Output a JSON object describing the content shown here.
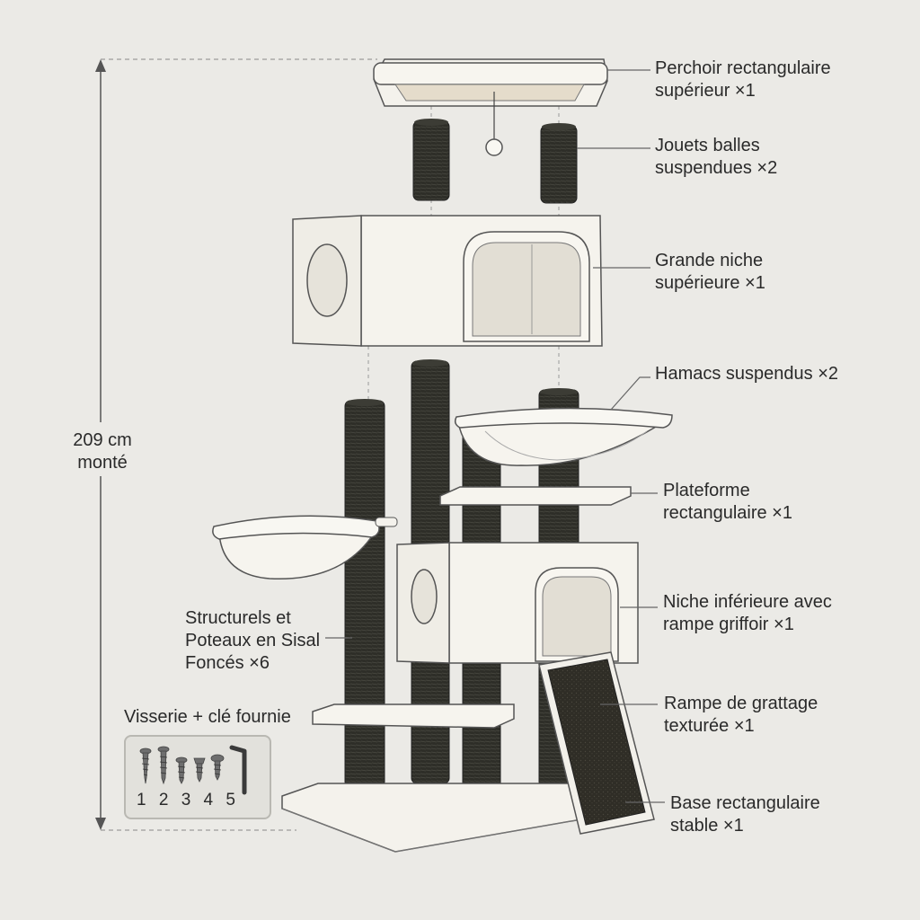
{
  "height_annotation": {
    "line1": "209 cm",
    "line2": "monté"
  },
  "labels": {
    "top_perch": {
      "line1": "Perchoir rectangulaire",
      "line2": "supérieur ×1"
    },
    "ball_toys": {
      "line1": "Jouets balles",
      "line2": "suspendues ×2"
    },
    "upper_condo": {
      "line1": "Grande niche",
      "line2": "supérieure ×1"
    },
    "hammocks": {
      "line1": "Hamacs suspendus ×2"
    },
    "platform": {
      "line1": "Plateforme",
      "line2": "rectangulaire ×1"
    },
    "lower_condo": {
      "line1": "Niche inférieure avec",
      "line2": "rampe griffoir ×1"
    },
    "ramp": {
      "line1": "Rampe de grattage",
      "line2": "texturée ×1"
    },
    "base": {
      "line1": "Base rectangulaire",
      "line2": "stable ×1"
    },
    "posts": {
      "line1": "Structurels et",
      "line2": "Poteaux en Sisal",
      "line3": "Foncés ×6"
    },
    "hardware": {
      "title": "Visserie + clé fournie",
      "numbers": [
        "1",
        "2",
        "3",
        "4",
        "5"
      ]
    }
  },
  "colors": {
    "background": "#ebeae6",
    "panel": "#f4f2ec",
    "sisal": "#2e2e28",
    "line": "#5a5a5a",
    "text": "#2a2a2a"
  },
  "icons": [
    "screw-icon",
    "bolt-icon",
    "allen-key-icon"
  ]
}
